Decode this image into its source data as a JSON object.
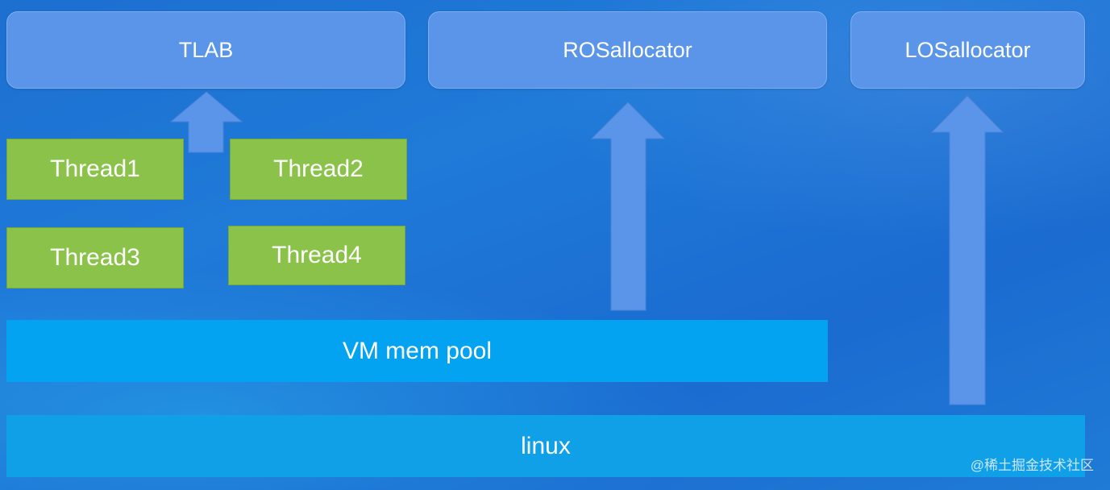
{
  "diagram": {
    "allocators": {
      "tlab": "TLAB",
      "ros": "ROSallocator",
      "los": "LOSallocator"
    },
    "threads": {
      "thread1": "Thread1",
      "thread2": "Thread2",
      "thread3": "Thread3",
      "thread4": "Thread4"
    },
    "vm_pool": "VM mem pool",
    "linux": "linux"
  },
  "watermark": "@稀土掘金技术社区",
  "colors": {
    "allocator_box": "#5a95ea",
    "thread_box": "#8bc34a",
    "vm_pool_bar": "#03a3f2",
    "linux_bar": "#0fa0e8",
    "arrow": "#5a95ea"
  }
}
